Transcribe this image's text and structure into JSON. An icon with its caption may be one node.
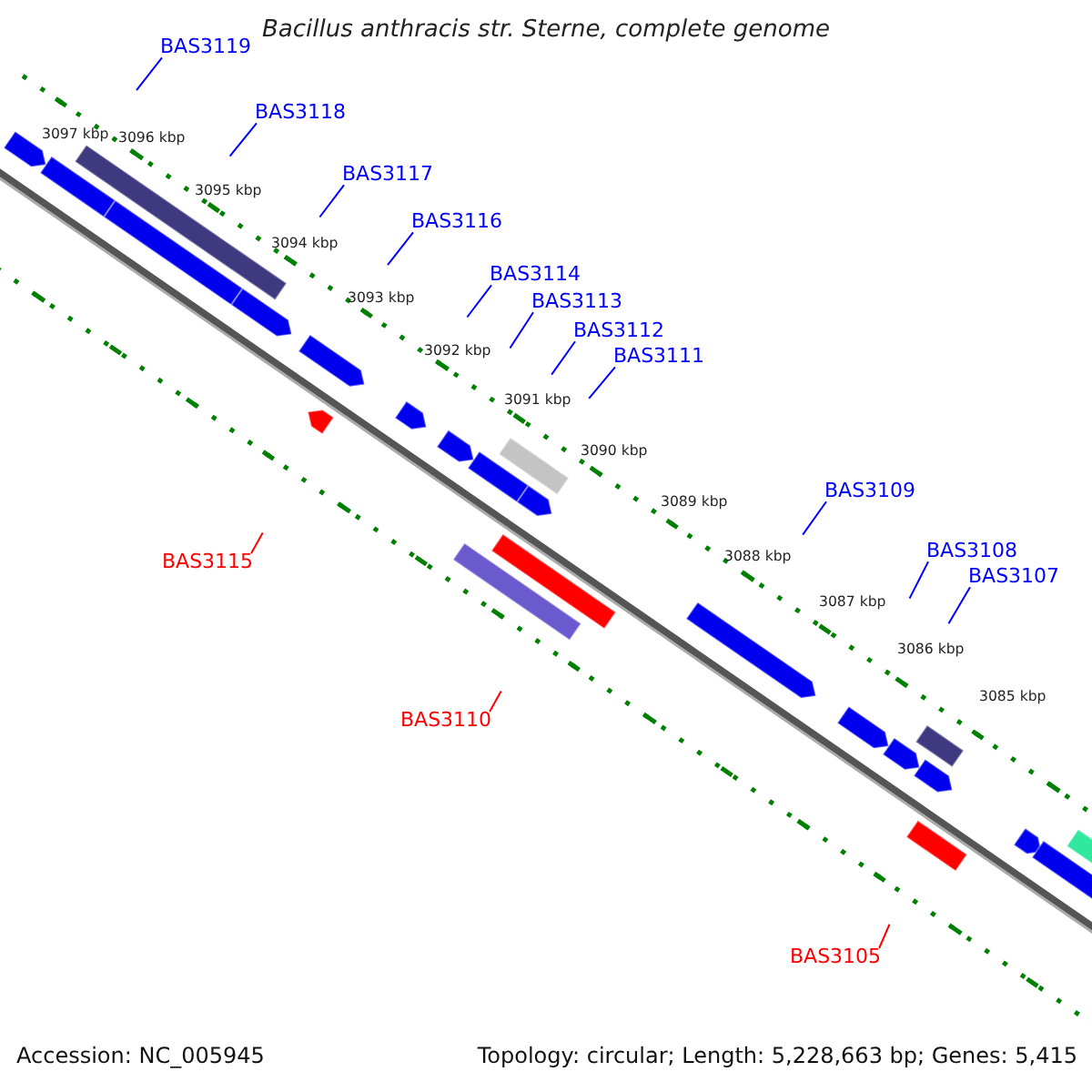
{
  "diagram": {
    "title": "Bacillus anthracis str. Sterne, complete genome",
    "nodes": [
      {
        "text": [
          "BAS3119"
        ]
      },
      {
        "text": [
          "BAS3118"
        ]
      },
      {
        "text": [
          "BAS3117"
        ]
      },
      {
        "text": [
          "BAS3116"
        ]
      },
      {
        "text": [
          "BAS3114"
        ]
      },
      {
        "text": [
          "BAS3113"
        ]
      },
      {
        "text": [
          "BAS3112"
        ]
      },
      {
        "text": [
          "BAS3111"
        ]
      },
      {
        "text": [
          "BAS3109"
        ]
      },
      {
        "text": [
          "BAS3115"
        ]
      },
      {
        "text": [
          "BAS3108"
        ]
      },
      {
        "text": [
          "BAS3107"
        ]
      },
      {
        "text": [
          "BAS3110"
        ]
      },
      {
        "text": [
          "BAS3105"
        ]
      }
    ],
    "edges": [
      {
        "from": 0,
        "to": null,
        "arrow": "none"
      },
      {
        "from": 1,
        "to": null,
        "arrow": "none"
      },
      {
        "from": 2,
        "to": null,
        "arrow": "none"
      },
      {
        "from": 3,
        "to": null,
        "arrow": "none"
      },
      {
        "from": 4,
        "to": null,
        "arrow": "none"
      },
      {
        "from": 5,
        "to": null,
        "arrow": "none"
      },
      {
        "from": 6,
        "to": null,
        "arrow": "none"
      },
      {
        "from": 7,
        "to": null,
        "arrow": "none"
      },
      {
        "from": 8,
        "to": null,
        "arrow": "none"
      },
      {
        "from": 9,
        "to": null,
        "arrow": "none",
        "color": "#ff0000"
      },
      {
        "from": 10,
        "to": null,
        "arrow": "none"
      },
      {
        "from": 11,
        "to": null,
        "arrow": "none"
      },
      {
        "from": 12,
        "to": null,
        "arrow": "none",
        "color": "#ff0000"
      },
      {
        "from": 13,
        "to": null,
        "arrow": "none",
        "color": "#ff0000"
      }
    ],
    "labels": [
      "3097 kbp",
      "3096 kbp",
      "3095 kbp",
      "3094 kbp",
      "3093 kbp",
      "3092 kbp",
      "3091 kbp",
      "3090 kbp",
      "3089 kbp",
      "3088 kbp",
      "3087 kbp",
      "3086 kbp",
      "3085 kbp",
      "Accession: NC_005945",
      "Topology: circular; Length: 5,228,663 bp; Genes: 5,415"
    ]
  }
}
